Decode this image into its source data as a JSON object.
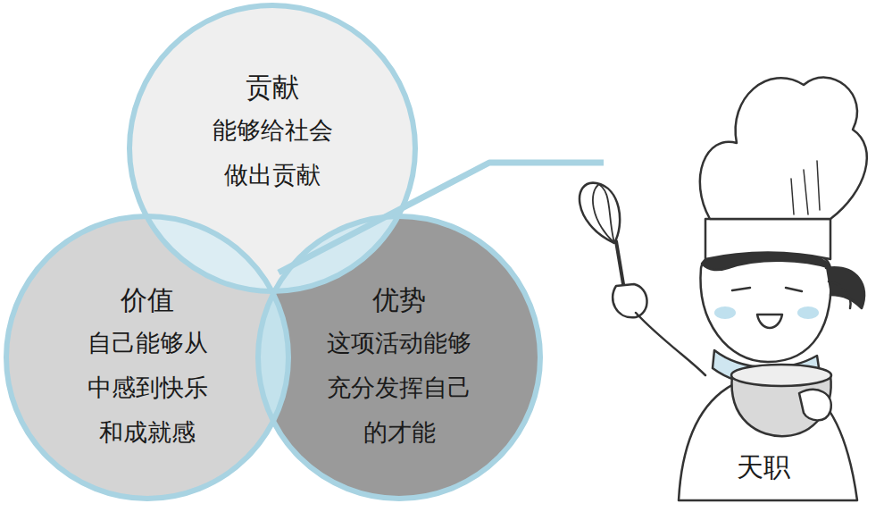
{
  "diagram": {
    "nodes": [
      {
        "text": [
          "贡献",
          "能够给社会 做出贡献"
        ]
      },
      {
        "text": [
          "价值",
          "自己能够从 中感到快乐 和成就感"
        ]
      },
      {
        "text": [
          "优势",
          "这项活动能够 充分发挥自己 的才能"
        ]
      }
    ],
    "edges": [],
    "labels": [
      "天职"
    ]
  }
}
